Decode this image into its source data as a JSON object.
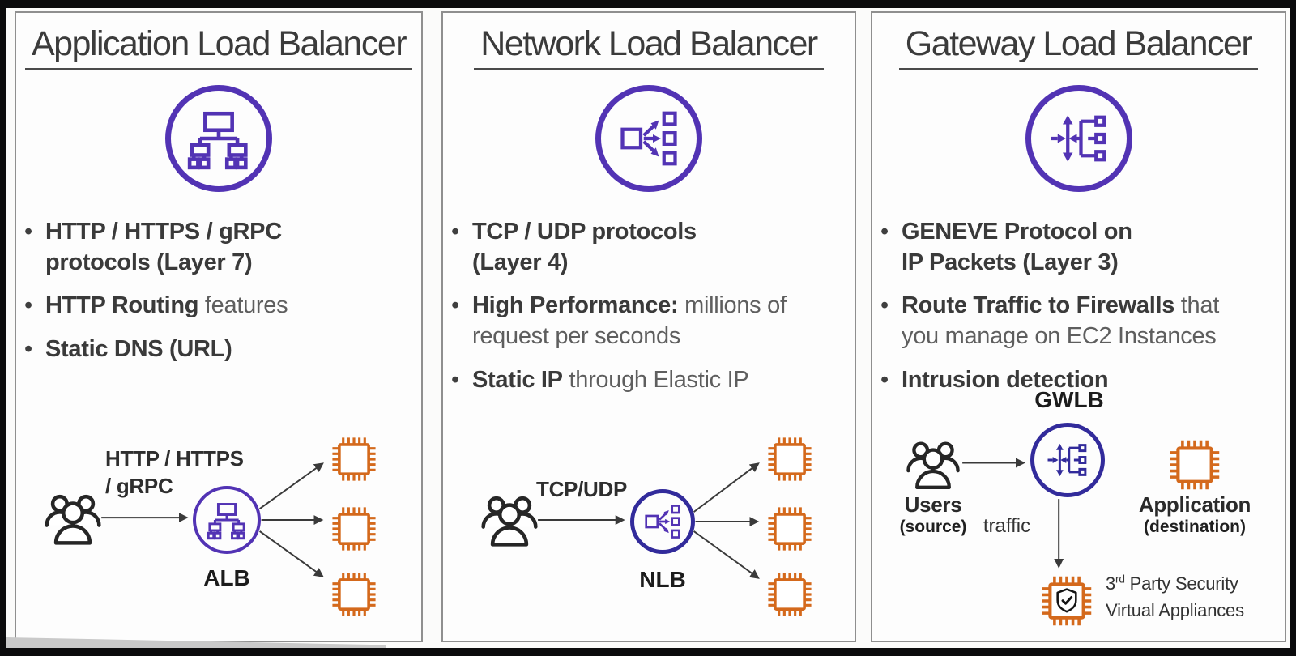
{
  "colors": {
    "frame": "#0b0b0c",
    "slidebg": "#fbfbfa",
    "cardbg": "#fdfdfd",
    "border": "#8f8f8f",
    "wedge": "#c9c9c9",
    "purple": "#5233b4",
    "purpledark": "#322b9b",
    "orange": "#d4691c",
    "ink": "#3a3a3a",
    "inklight": "#5e5e5e",
    "arrow": "#3a3a3a"
  },
  "columns": [
    {
      "title": "Application Load Balancer",
      "icon_name": "alb-network-tree-icon",
      "bullets": [
        {
          "lines": [
            [
              {
                "t": "HTTP / HTTPS / gRPC",
                "b": true
              }
            ],
            [
              {
                "t": "protocols (Layer 7)",
                "b": true
              }
            ]
          ]
        },
        {
          "lines": [
            [
              {
                "t": "HTTP Routing",
                "b": true
              },
              {
                "t": " features",
                "b": false
              }
            ]
          ]
        },
        {
          "lines": [
            [
              {
                "t": "Static DNS (URL)",
                "b": true
              }
            ]
          ]
        }
      ],
      "diagram": {
        "users_icon": "users-icon",
        "flow_label_lines": [
          "HTTP / HTTPS",
          "/ gRPC"
        ],
        "lb_label": "ALB",
        "target_icon": "ec2-instance-chip-icon",
        "target_count": 3
      }
    },
    {
      "title": "Network Load Balancer",
      "icon_name": "nlb-fanout-icon",
      "bullets": [
        {
          "lines": [
            [
              {
                "t": "TCP / UDP protocols",
                "b": true
              }
            ],
            [
              {
                "t": "(Layer 4)",
                "b": true
              }
            ]
          ]
        },
        {
          "lines": [
            [
              {
                "t": "High Performance:",
                "b": true
              },
              {
                "t": " millions of",
                "b": false
              }
            ],
            [
              {
                "t": "request per seconds",
                "b": false
              }
            ]
          ]
        },
        {
          "lines": [
            [
              {
                "t": "Static IP",
                "b": true
              },
              {
                "t": " through Elastic IP",
                "b": false
              }
            ]
          ]
        }
      ],
      "diagram": {
        "users_icon": "users-icon",
        "flow_label_lines": [
          "TCP/UDP"
        ],
        "lb_label": "NLB",
        "target_icon": "ec2-instance-chip-icon",
        "target_count": 3
      }
    },
    {
      "title": "Gateway Load Balancer",
      "icon_name": "gwlb-gateway-icon",
      "bullets": [
        {
          "lines": [
            [
              {
                "t": "GENEVE Protocol on",
                "b": true
              }
            ],
            [
              {
                "t": "IP Packets (Layer 3)",
                "b": true
              }
            ]
          ]
        },
        {
          "lines": [
            [
              {
                "t": "Route Traffic to Firewalls",
                "b": true
              },
              {
                "t": " that",
                "b": false
              }
            ],
            [
              {
                "t": "you manage on EC2 Instances",
                "b": false
              }
            ]
          ]
        },
        {
          "lines": [
            [
              {
                "t": "Intrusion detection",
                "b": true
              }
            ]
          ]
        }
      ],
      "diagram": {
        "lb_label": "GWLB",
        "users_icon": "users-icon",
        "users_label": "Users",
        "users_sub": "(source)",
        "traffic_label": "traffic",
        "app_icon": "ec2-instance-chip-icon",
        "app_label": "Application",
        "app_sub": "(destination)",
        "appliance_icon": "security-appliance-shield-check-icon",
        "appliance_label_pre": "3",
        "appliance_label_sup": "rd",
        "appliance_label_rest": " Party Security",
        "appliance_label_line2": "Virtual Appliances"
      }
    }
  ]
}
